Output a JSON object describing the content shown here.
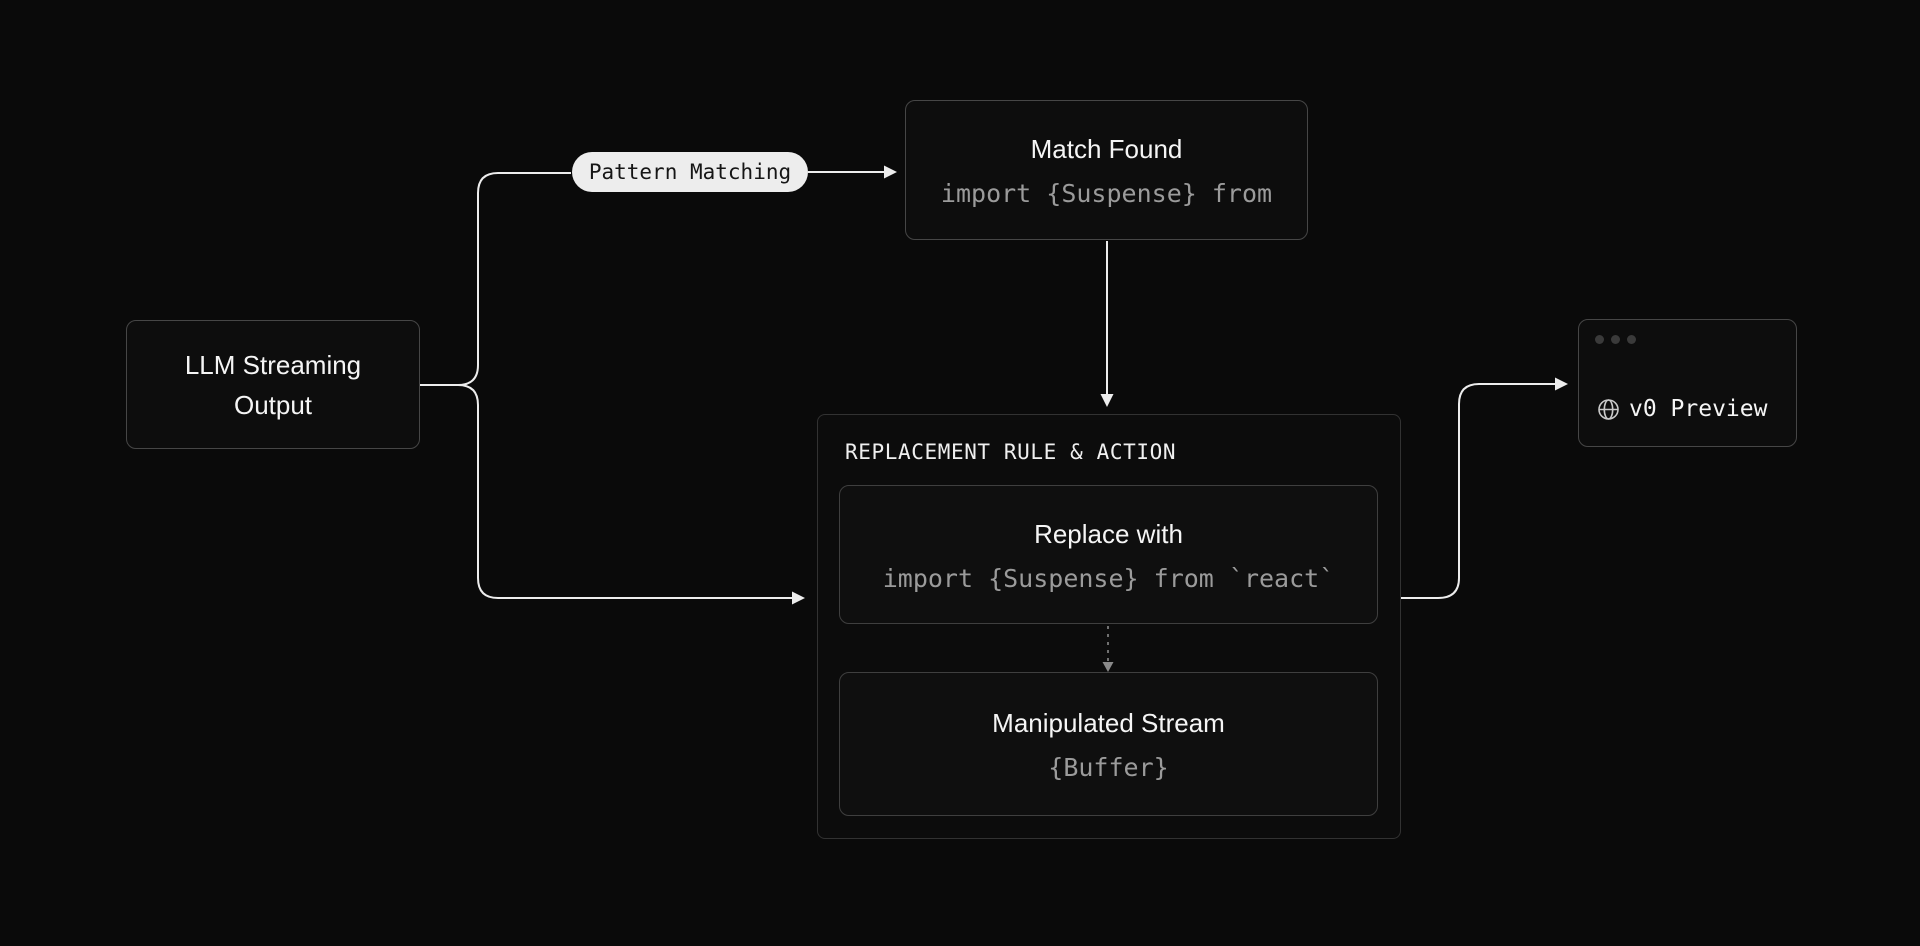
{
  "diagram": {
    "background": "#0a0a0a",
    "line_color": "#ededed",
    "nodes": {
      "llm_output": {
        "line1": "LLM Streaming",
        "line2": "Output"
      },
      "pattern_pill": {
        "label": "Pattern Matching"
      },
      "match_found": {
        "title": "Match Found",
        "code": "import {Suspense} from"
      },
      "replacement_container": {
        "header": "REPLACEMENT RULE & ACTION"
      },
      "replace_with": {
        "title": "Replace with",
        "code": "import {Suspense} from `react`"
      },
      "manipulated_stream": {
        "title": "Manipulated Stream",
        "code": "{Buffer}"
      },
      "v0_preview": {
        "label": "v0 Preview",
        "icon": "globe-icon",
        "window_dots": 3
      }
    },
    "colors": {
      "node_bg": "#0d0d0d",
      "node_border": "#464646",
      "container_border": "#323232",
      "inner_border": "#3f3f3f",
      "title_text": "#f5f5f5",
      "code_text": "#9b9b9b",
      "pill_bg": "#ededed",
      "pill_text": "#161616",
      "dashed_line": "#8a8a8a",
      "window_dot": "#3a3a3a",
      "globe": "#c9c9c9"
    }
  }
}
